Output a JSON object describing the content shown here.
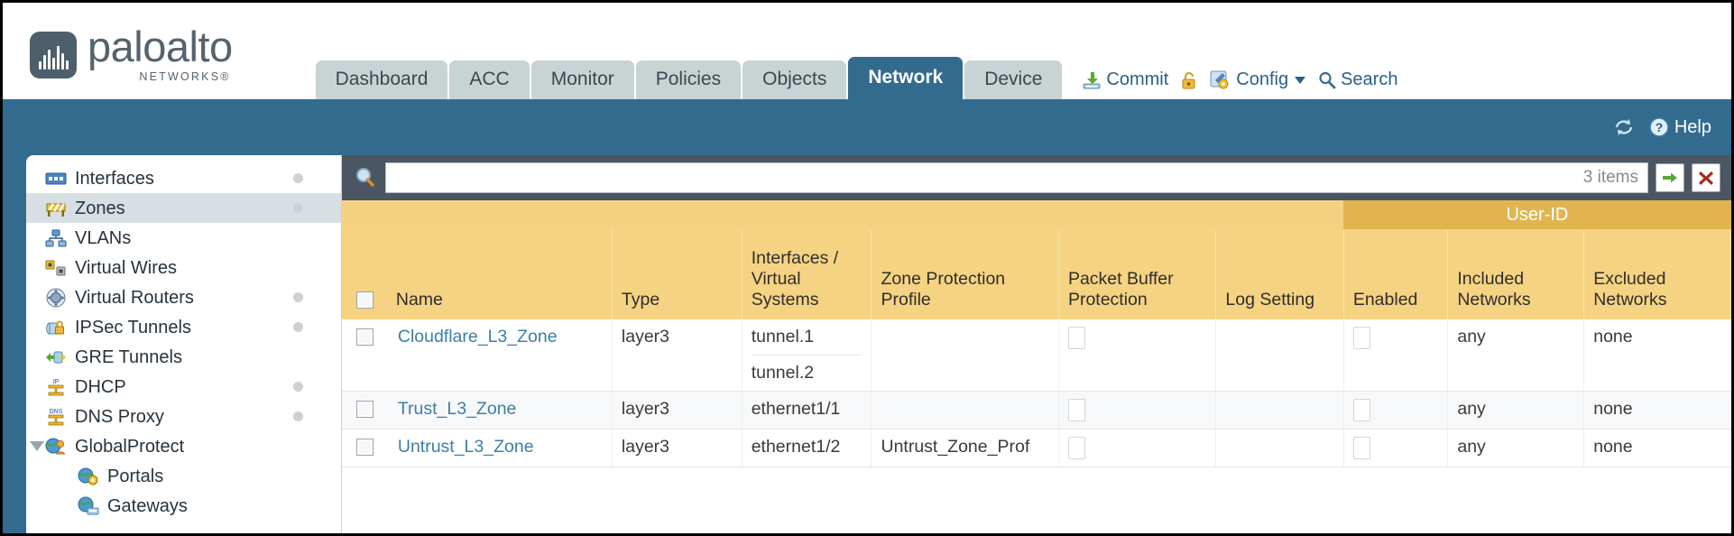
{
  "brand": {
    "name": "paloalto",
    "sub": "NETWORKS®",
    "logo_icon": "paloalto-waveform-icon"
  },
  "header": {
    "tabs": [
      {
        "label": "Dashboard",
        "active": false
      },
      {
        "label": "ACC",
        "active": false
      },
      {
        "label": "Monitor",
        "active": false
      },
      {
        "label": "Policies",
        "active": false
      },
      {
        "label": "Objects",
        "active": false
      },
      {
        "label": "Network",
        "active": true
      },
      {
        "label": "Device",
        "active": false
      }
    ],
    "utilities": {
      "commit_label": "Commit",
      "commit_icon": "commit-save-icon",
      "lock_icon": "padlock-icon",
      "config_label": "Config",
      "config_icon": "config-wrench-icon",
      "config_caret": "chevron-down-icon",
      "search_label": "Search",
      "search_icon": "search-magnifier-icon"
    }
  },
  "bluebar": {
    "refresh_icon": "refresh-icon",
    "help_label": "Help",
    "help_icon": "help-question-icon"
  },
  "sidebar": {
    "items": [
      {
        "label": "Interfaces",
        "icon": "interfaces-icon",
        "selected": false,
        "dot": true,
        "child": false,
        "expander": false
      },
      {
        "label": "Zones",
        "icon": "zones-barrier-icon",
        "selected": true,
        "dot": true,
        "child": false,
        "expander": false
      },
      {
        "label": "VLANs",
        "icon": "vlans-icon",
        "selected": false,
        "dot": false,
        "child": false,
        "expander": false
      },
      {
        "label": "Virtual Wires",
        "icon": "virtual-wires-icon",
        "selected": false,
        "dot": false,
        "child": false,
        "expander": false
      },
      {
        "label": "Virtual Routers",
        "icon": "virtual-routers-icon",
        "selected": false,
        "dot": true,
        "child": false,
        "expander": false
      },
      {
        "label": "IPSec Tunnels",
        "icon": "ipsec-tunnels-icon",
        "selected": false,
        "dot": true,
        "child": false,
        "expander": false
      },
      {
        "label": "GRE Tunnels",
        "icon": "gre-tunnels-icon",
        "selected": false,
        "dot": false,
        "child": false,
        "expander": false
      },
      {
        "label": "DHCP",
        "icon": "dhcp-icon",
        "selected": false,
        "dot": true,
        "child": false,
        "expander": false
      },
      {
        "label": "DNS Proxy",
        "icon": "dns-proxy-icon",
        "selected": false,
        "dot": true,
        "child": false,
        "expander": false
      },
      {
        "label": "GlobalProtect",
        "icon": "globalprotect-icon",
        "selected": false,
        "dot": false,
        "child": false,
        "expander": true
      },
      {
        "label": "Portals",
        "icon": "portals-icon",
        "selected": false,
        "dot": false,
        "child": true,
        "expander": false
      },
      {
        "label": "Gateways",
        "icon": "gateways-icon",
        "selected": false,
        "dot": false,
        "child": true,
        "expander": false
      }
    ]
  },
  "toolbar": {
    "search_icon": "search-magnifier-icon",
    "search_value": "",
    "search_placeholder": "",
    "items_count": "3 items",
    "apply_icon": "green-arrow-icon",
    "clear_icon": "red-x-icon"
  },
  "table": {
    "group_header": "User-ID",
    "columns": [
      "Name",
      "Type",
      "Interfaces / Virtual Systems",
      "Zone Protection Profile",
      "Packet Buffer Protection",
      "Log Setting",
      "Enabled",
      "Included Networks",
      "Excluded Networks"
    ],
    "rows": [
      {
        "name": "Cloudflare_L3_Zone",
        "type": "layer3",
        "interfaces": [
          "tunnel.1",
          "tunnel.2"
        ],
        "zone_protection_profile": "",
        "packet_buffer_protection": false,
        "log_setting": "",
        "userid_enabled": false,
        "included_networks": "any",
        "excluded_networks": "none"
      },
      {
        "name": "Trust_L3_Zone",
        "type": "layer3",
        "interfaces": [
          "ethernet1/1"
        ],
        "zone_protection_profile": "",
        "packet_buffer_protection": false,
        "log_setting": "",
        "userid_enabled": false,
        "included_networks": "any",
        "excluded_networks": "none"
      },
      {
        "name": "Untrust_L3_Zone",
        "type": "layer3",
        "interfaces": [
          "ethernet1/2"
        ],
        "zone_protection_profile": "Untrust_Zone_Prof",
        "packet_buffer_protection": false,
        "log_setting": "",
        "userid_enabled": false,
        "included_networks": "any",
        "excluded_networks": "none"
      }
    ]
  },
  "colors": {
    "brand_slate": "#54636d",
    "nav_active_blue": "#336b8e",
    "tab_grey": "#c8d3d4",
    "table_header_amber": "#f6d382",
    "group_header_amber": "#e2b44f",
    "content_dark": "#4a5661",
    "link_blue": "#3b7fa6"
  }
}
